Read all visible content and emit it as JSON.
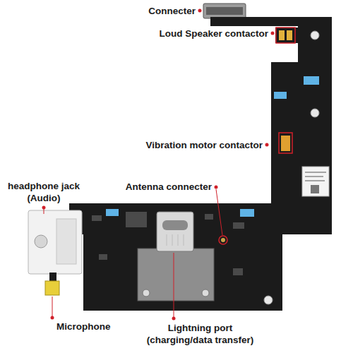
{
  "diagram": {
    "labels": [
      "Connecter",
      "Loud Speaker contactor",
      "Vibration motor contactor",
      "headphone jack (Audio)",
      "Antenna connecter",
      "Microphone",
      "Lightning port (charging/data transfer)"
    ]
  }
}
